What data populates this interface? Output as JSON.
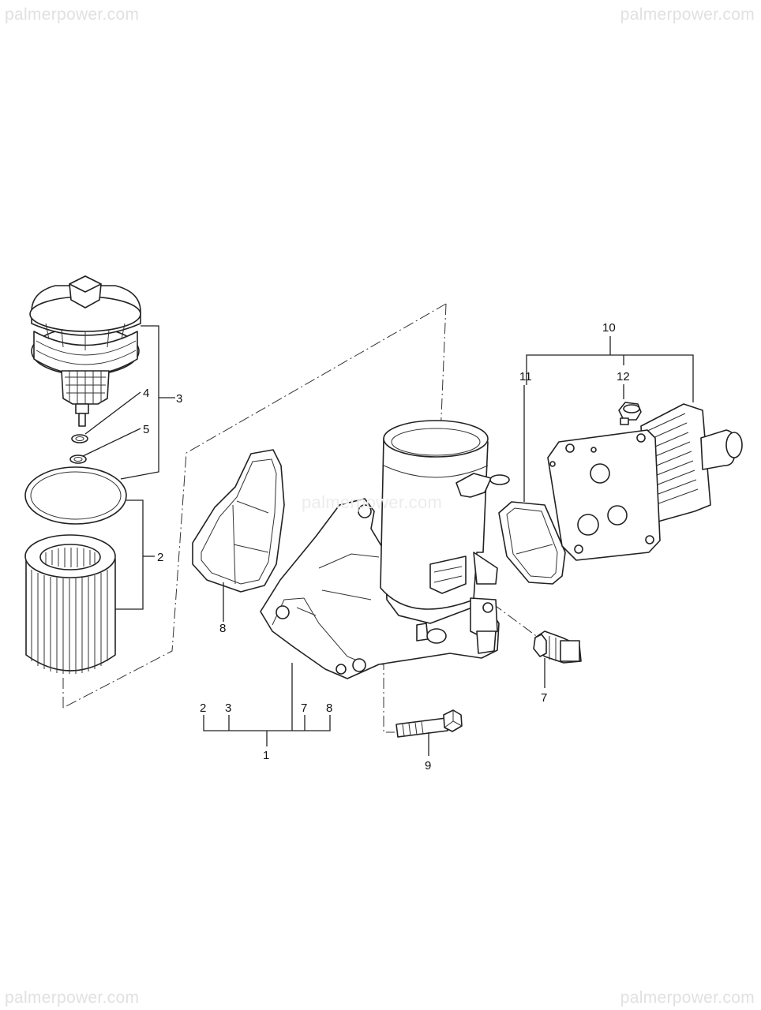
{
  "watermarks": {
    "top_left": "palmerpower.com",
    "top_right": "palmerpower.com",
    "bottom_left": "palmerpower.com",
    "bottom_right": "palmerpower.com",
    "center": "palmerpower.com"
  },
  "callouts": {
    "c1": "1",
    "c2": "2",
    "c3": "3",
    "c4": "4",
    "c5": "5",
    "c7": "7",
    "c7b": "7",
    "c8": "8",
    "c8b": "8",
    "c9": "9",
    "c10": "10",
    "c11": "11",
    "c12": "12",
    "g1_2": "2",
    "g1_3": "3"
  },
  "colors": {
    "line": "#222222",
    "watermark": "#e1e1e1",
    "background": "#ffffff"
  }
}
